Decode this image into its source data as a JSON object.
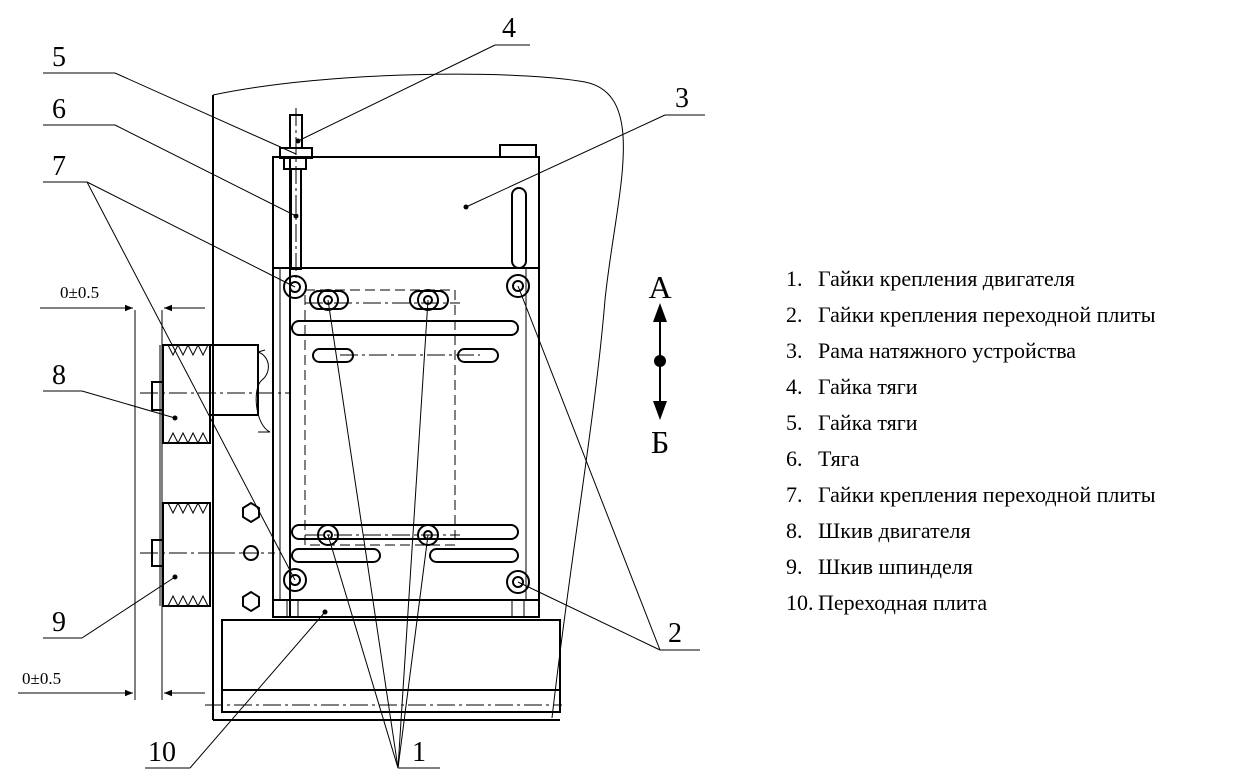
{
  "callouts": {
    "c1": "1",
    "c2": "2",
    "c3": "3",
    "c4": "4",
    "c5": "5",
    "c6": "6",
    "c7": "7",
    "c8": "8",
    "c9": "9",
    "c10": "10"
  },
  "dimensions": {
    "top": "0±0.5",
    "bottom": "0±0.5"
  },
  "direction": {
    "up": "А",
    "down": "Б"
  },
  "legend": [
    {
      "num": "1.",
      "text": "Гайки крепления двигателя"
    },
    {
      "num": "2.",
      "text": "Гайки крепления переходной плиты"
    },
    {
      "num": "3.",
      "text": "Рама натяжного устройства"
    },
    {
      "num": "4.",
      "text": "Гайка тяги"
    },
    {
      "num": "5.",
      "text": "Гайка тяги"
    },
    {
      "num": "6.",
      "text": "Тяга"
    },
    {
      "num": "7.",
      "text": "Гайки крепления переходной плиты"
    },
    {
      "num": "8.",
      "text": "Шкив двигателя"
    },
    {
      "num": "9.",
      "text": "Шкив шпинделя"
    },
    {
      "num": "10.",
      "text": "Переходная плита"
    }
  ]
}
